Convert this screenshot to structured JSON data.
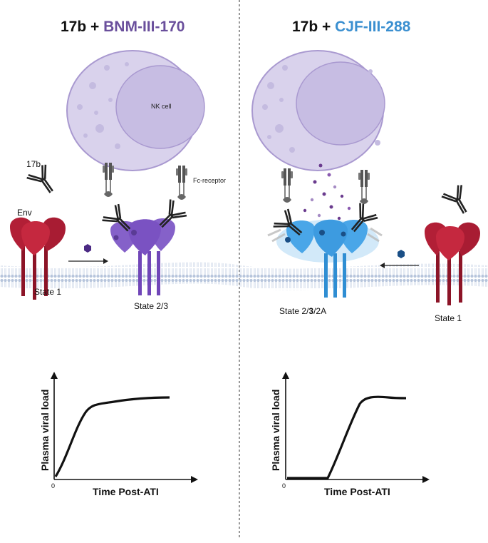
{
  "colors": {
    "left_accent": "#6a4f9c",
    "right_accent": "#3a8fd0",
    "nk_cell": "#d9d2ec",
    "nucleus": "#c7bde3",
    "env_state1": "#b21f36",
    "env_left": "#7e57c2",
    "env_right": "#42a5e6",
    "membrane": "#c8d4e6"
  },
  "left": {
    "title_prefix": "17b + ",
    "title_compound": "BNM-III-170",
    "nk_label": "NK cell",
    "antibody_label": "17b",
    "env_label": "Env",
    "receptor_label": "Fc-receptor",
    "state_initial": "State 1",
    "state_final": "State 2/3",
    "chart": {
      "y_label": "Plasma viral load",
      "x_label": "Time Post-ATI",
      "origin": "0"
    }
  },
  "right": {
    "title_prefix": "17b + ",
    "title_compound": "CJF-III-288",
    "state_initial": "State 1",
    "state_final_a": "State 2/",
    "state_final_b": "3",
    "state_final_c": "/2A",
    "chart": {
      "y_label": "Plasma viral load",
      "x_label": "Time Post-ATI",
      "origin": "0"
    }
  }
}
